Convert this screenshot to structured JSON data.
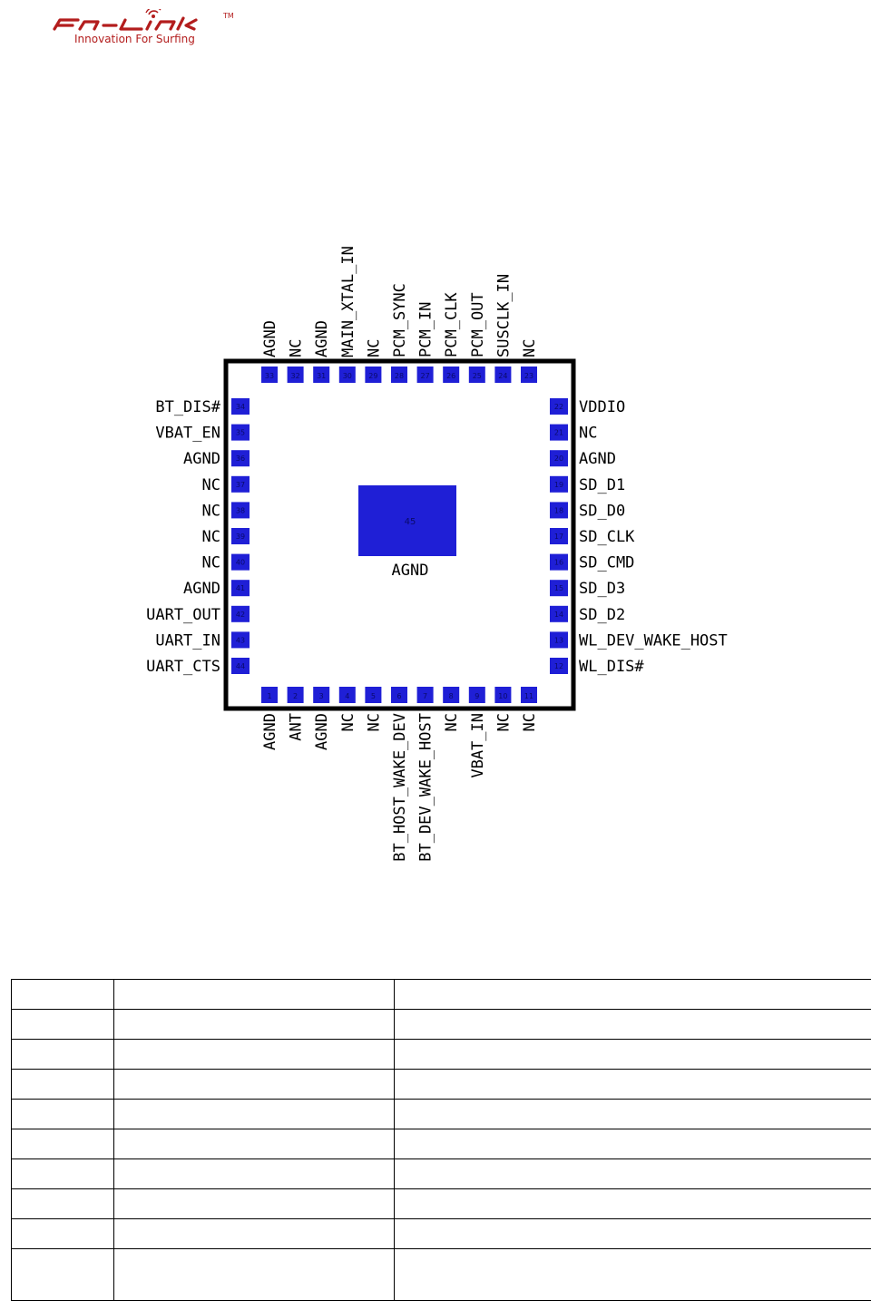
{
  "logo": {
    "brand": "Fn-Link",
    "tm": "TM",
    "tagline": "Innovation For Surfing",
    "color": "#b31d1d"
  },
  "diagram": {
    "body_color": "#000000",
    "pad_color": "#1f1fd6",
    "center_pad": {
      "number": "45",
      "label": "AGND"
    },
    "top_pins": [
      {
        "number": "33",
        "name": "AGND"
      },
      {
        "number": "32",
        "name": "NC"
      },
      {
        "number": "31",
        "name": "AGND"
      },
      {
        "number": "30",
        "name": "MAIN_XTAL_IN"
      },
      {
        "number": "29",
        "name": "NC"
      },
      {
        "number": "28",
        "name": "PCM_SYNC"
      },
      {
        "number": "27",
        "name": "PCM_IN"
      },
      {
        "number": "26",
        "name": "PCM_CLK"
      },
      {
        "number": "25",
        "name": "PCM_OUT"
      },
      {
        "number": "24",
        "name": "SUSCLK_IN"
      },
      {
        "number": "23",
        "name": "NC"
      }
    ],
    "left_pins": [
      {
        "number": "34",
        "name": "BT_DIS#"
      },
      {
        "number": "35",
        "name": "VBAT_EN"
      },
      {
        "number": "36",
        "name": "AGND"
      },
      {
        "number": "37",
        "name": "NC"
      },
      {
        "number": "38",
        "name": "NC"
      },
      {
        "number": "39",
        "name": "NC"
      },
      {
        "number": "40",
        "name": "NC"
      },
      {
        "number": "41",
        "name": "AGND"
      },
      {
        "number": "42",
        "name": "UART_OUT"
      },
      {
        "number": "43",
        "name": "UART_IN"
      },
      {
        "number": "44",
        "name": "UART_CTS"
      }
    ],
    "right_pins": [
      {
        "number": "22",
        "name": "VDDIO"
      },
      {
        "number": "21",
        "name": "NC"
      },
      {
        "number": "20",
        "name": "AGND"
      },
      {
        "number": "19",
        "name": "SD_D1"
      },
      {
        "number": "18",
        "name": "SD_D0"
      },
      {
        "number": "17",
        "name": "SD_CLK"
      },
      {
        "number": "16",
        "name": "SD_CMD"
      },
      {
        "number": "15",
        "name": "SD_D3"
      },
      {
        "number": "14",
        "name": "SD_D2"
      },
      {
        "number": "13",
        "name": "WL_DEV_WAKE_HOST"
      },
      {
        "number": "12",
        "name": "WL_DIS#"
      }
    ],
    "bottom_pins": [
      {
        "number": "1",
        "name": "AGND"
      },
      {
        "number": "2",
        "name": "ANT"
      },
      {
        "number": "3",
        "name": "AGND"
      },
      {
        "number": "4",
        "name": "NC"
      },
      {
        "number": "5",
        "name": "NC"
      },
      {
        "number": "6",
        "name": "BT_HOST_WAKE_DEV"
      },
      {
        "number": "7",
        "name": "BT_DEV_WAKE_HOST"
      },
      {
        "number": "8",
        "name": "NC"
      },
      {
        "number": "9",
        "name": "VBAT_IN"
      },
      {
        "number": "10",
        "name": "NC"
      },
      {
        "number": "11",
        "name": "NC"
      }
    ]
  },
  "table": {
    "rows": [
      [
        "",
        "",
        ""
      ],
      [
        "",
        "",
        ""
      ],
      [
        "",
        "",
        ""
      ],
      [
        "",
        "",
        ""
      ],
      [
        "",
        "",
        ""
      ],
      [
        "",
        "",
        ""
      ],
      [
        "",
        "",
        ""
      ],
      [
        "",
        "",
        ""
      ],
      [
        "",
        "",
        ""
      ],
      [
        "",
        "",
        ""
      ]
    ]
  }
}
